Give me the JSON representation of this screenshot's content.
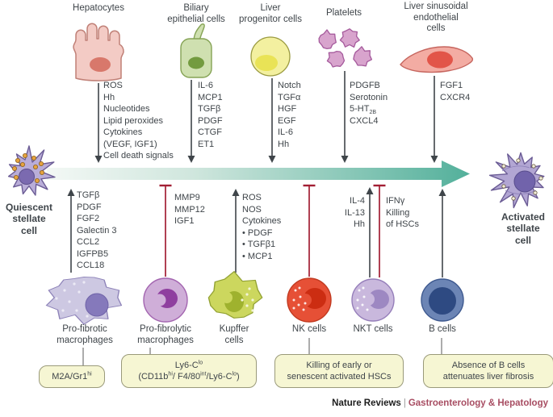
{
  "colors": {
    "progression_arrow_teal": "#53b09b",
    "stimulation_arrow_dark": "#3f454a",
    "inhibition_bar_red": "#a31f34",
    "callout_fill_yellow": "#f6f6d3",
    "journal_accent_maroon": "#a84e63"
  },
  "top_cells": [
    {
      "id": "hepatocytes",
      "label_lines": [
        "Hepatocytes"
      ],
      "factors": [
        "ROS",
        "Hh",
        "Nucleotides",
        "Lipid peroxides",
        "Cytokines",
        "(VEGF, IGF1)",
        "Cell death signals"
      ]
    },
    {
      "id": "biliary-epithelial-cells",
      "label_lines": [
        "Biliary",
        "epithelial cells"
      ],
      "factors": [
        "IL-6",
        "MCP1",
        "TGFβ",
        "PDGF",
        "CTGF",
        "ET1"
      ]
    },
    {
      "id": "liver-progenitor-cells",
      "label_lines": [
        "Liver",
        "progenitor cells"
      ],
      "factors": [
        "Notch",
        "TGFα",
        "HGF",
        "EGF",
        "IL-6",
        "Hh"
      ]
    },
    {
      "id": "platelets",
      "label_lines": [
        "Platelets"
      ],
      "factors": [
        "PDGFB",
        "Serotonin",
        "5-HT<sub>2B</sub>",
        "CXCL4"
      ]
    },
    {
      "id": "liver-sinusoidal-endothelial-cells",
      "label_lines": [
        "Liver sinusoidal",
        "endothelial",
        "cells"
      ],
      "factors": [
        "FGF1",
        "CXCR4"
      ]
    }
  ],
  "axis": {
    "start_cell": {
      "label_lines": [
        "Quiescent",
        "stellate",
        "cell"
      ]
    },
    "end_cell": {
      "label_lines": [
        "Activated",
        "stellate",
        "cell"
      ]
    }
  },
  "bottom_cells": [
    {
      "id": "pro-fibrotic-macrophages",
      "label_lines": [
        "Pro-fibrotic",
        "macrophages"
      ],
      "effect": "stimulates",
      "factors": [
        "TGFβ",
        "PDGF",
        "FGF2",
        "Galectin 3",
        "CCL2",
        "IGFPB5",
        "CCL18"
      ]
    },
    {
      "id": "pro-fibrolytic-macrophages",
      "label_lines": [
        "Pro-fibrolytic",
        "macrophages"
      ],
      "effect": "inhibits",
      "factors": [
        "MMP9",
        "MMP12",
        "IGF1"
      ]
    },
    {
      "id": "kupffer-cells",
      "label_lines": [
        "Kupffer",
        "cells"
      ],
      "effect": "stimulates",
      "factors": [
        "ROS",
        "NOS",
        "Cytokines",
        "• PDGF",
        "• TGFβ1",
        "• MCP1"
      ]
    },
    {
      "id": "nk-cells",
      "label_lines": [
        "NK cells"
      ],
      "effect": "inhibits",
      "factors": []
    },
    {
      "id": "nkt-cells",
      "label_lines": [
        "NKT cells"
      ],
      "effect": "stimulates and inhibits",
      "factors_stimulate": [
        "IL-4",
        "IL-13",
        "Hh"
      ],
      "factors_inhibit": [
        "IFNγ",
        "Killing",
        "of HSCs"
      ]
    },
    {
      "id": "b-cells",
      "label_lines": [
        "B cells"
      ],
      "effect": "stimulates",
      "factors": []
    }
  ],
  "callouts": [
    {
      "for": "pro-fibrotic-macrophages",
      "lines": [
        "M2A/Gr1<sup>hi</sup>"
      ]
    },
    {
      "for": "pro-fibrolytic-macrophages",
      "lines": [
        "Ly6-C<sup>lo</sup>",
        "(CD11b<sup>hi</sup>/ F4/80<sup>int</sup>/Ly6-C<sup>lo</sup>)"
      ]
    },
    {
      "for": "nk-and-nkt-cells",
      "lines": [
        "Killing of early or",
        "senescent activated HSCs"
      ]
    },
    {
      "for": "b-cells",
      "lines": [
        "Absence of B cells",
        "attenuates liver fibrosis"
      ]
    }
  ],
  "footer": {
    "brand": "Nature Reviews",
    "separator": "|",
    "journal": "Gastroenterology & Hepatology"
  }
}
